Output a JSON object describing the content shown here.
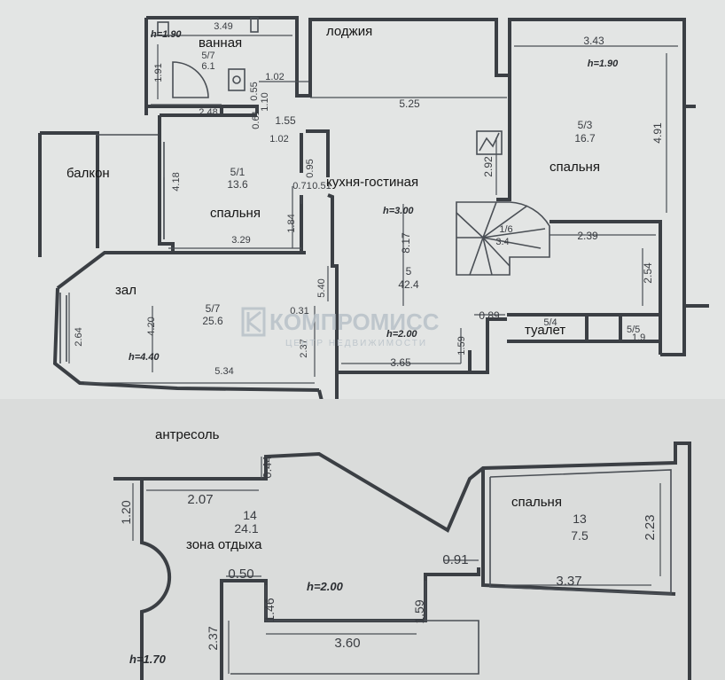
{
  "floor1": {
    "rooms": {
      "bathroom": {
        "label": "ванная",
        "dim_top": "3.49",
        "area_id": "5/7",
        "area": "6.1",
        "height": "h=1.90",
        "dim_side": "1.91",
        "dim_bottom": "2.48"
      },
      "loggia": {
        "label": "лоджия"
      },
      "bedroom_right": {
        "label": "спальня",
        "dim_top": "3.43",
        "height": "h=1.90",
        "area_id": "5/3",
        "area": "16.7",
        "dim_side": "4.91",
        "dim_bottom": "2.39"
      },
      "balcony": {
        "label": "балкон"
      },
      "bedroom_mid": {
        "label": "спальня",
        "area_id": "5/1",
        "area": "13.6",
        "dim_bottom": "3.29",
        "dim_side": "1.84",
        "dim_left": "4.18"
      },
      "kitchen": {
        "label": "кухня-гостиная",
        "height": "h=3.00",
        "dim_top": "5.25",
        "dim_side": "8.17",
        "dim_stove": "2.92",
        "area_id": "5",
        "area": "42.4",
        "height_low": "h=2.00",
        "dim_bottom": "3.65",
        "dim_left": "5.40",
        "dim_small": "1.59"
      },
      "stairs": {
        "area_id": "1/6",
        "area": "3.4"
      },
      "hall": {
        "label": "зал",
        "area_id": "5/7",
        "area": "25.6",
        "height": "h=4.40",
        "dim_left": "2.64",
        "dim_mid": "4.20",
        "dim_bottom": "5.34",
        "dim_right": "2.37",
        "dim_small": "0.31"
      },
      "toilet": {
        "label": "туалет",
        "area_id": "5/4",
        "area_id_2": "5/5",
        "area_2": "1.9",
        "dim_left": "0.89",
        "dim_side": "2.54"
      }
    },
    "corridor": {
      "d1": "1.02",
      "d2": "1.10",
      "d3": "0.55",
      "d4": "1.55",
      "d5": "1.02",
      "d6": "0.61",
      "d7": "0.71",
      "d8": "0.51",
      "d9": "0.95"
    }
  },
  "mezzanine": {
    "title": "антресоль",
    "rest_zone": {
      "label": "зона отдыха",
      "area_id": "14",
      "area": "24.1",
      "height": "h=2.00",
      "dim_top": "2.07",
      "dim_top_small": "0.44",
      "dim_left": "1.20",
      "dim_a": "0.50",
      "dim_b": "1.46",
      "dim_c": "3.60",
      "dim_d": "1.59",
      "dim_e": "2.37",
      "height_low": "h=1.70"
    },
    "bedroom": {
      "label": "спальня",
      "area_id": "13",
      "area": "7.5",
      "dim_side": "2.23",
      "dim_bottom": "3.37",
      "dim_left": "0.91"
    }
  },
  "watermark": {
    "brand": "КОМПРОМИСС",
    "tagline": "ЦЕНТР НЕДВИЖИМОСТИ"
  },
  "colors": {
    "wall": "#3b3f44",
    "paper": "#e3e5e4",
    "background": "#d9dcdd"
  }
}
